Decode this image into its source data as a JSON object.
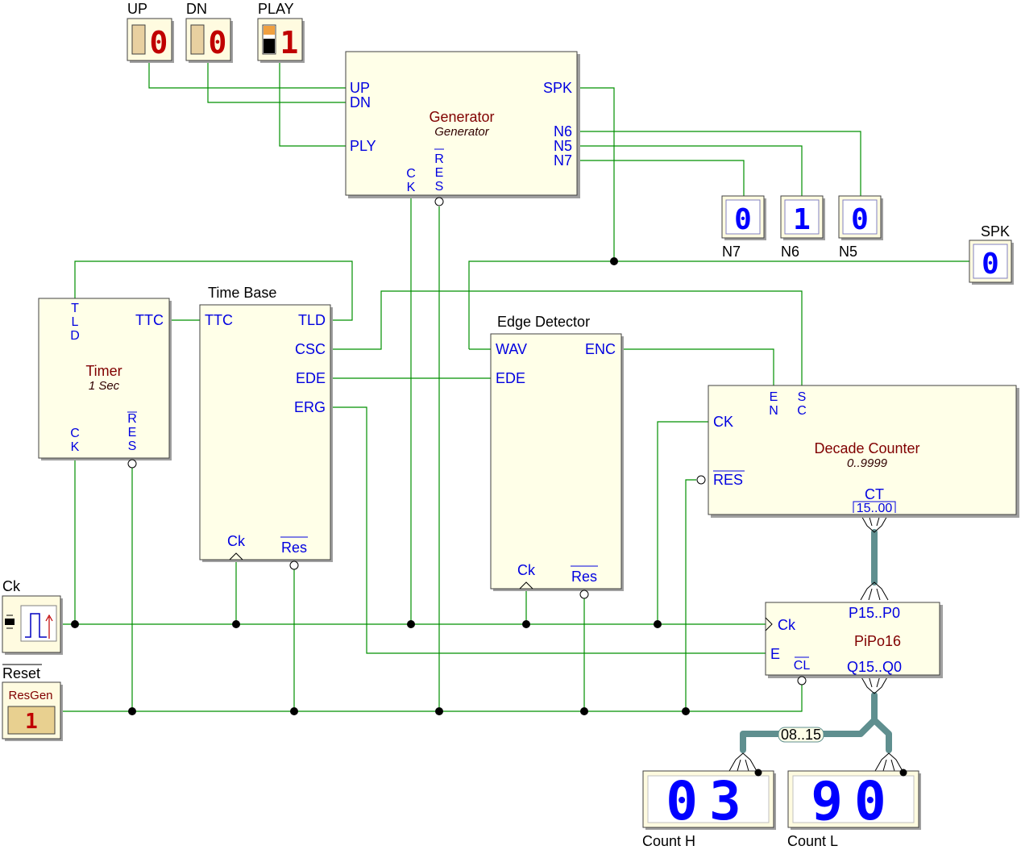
{
  "switches": {
    "up": {
      "label": "UP",
      "value": "0"
    },
    "dn": {
      "label": "DN",
      "value": "0"
    },
    "play": {
      "label": "PLAY",
      "value": "1"
    }
  },
  "generator": {
    "title": "Generator",
    "subtitle": "Generator",
    "pins": {
      "up": "UP",
      "dn": "DN",
      "ply": "PLY",
      "ck": "CK",
      "res": "RES",
      "spk": "SPK",
      "n6": "N6",
      "n5": "N5",
      "n7": "N7"
    }
  },
  "displays_n": [
    {
      "label": "N7",
      "value": "0"
    },
    {
      "label": "N6",
      "value": "1"
    },
    {
      "label": "N5",
      "value": "0"
    }
  ],
  "spk_display": {
    "label": "SPK",
    "value": "0"
  },
  "timer": {
    "title": "Timer",
    "subtitle": "1 Sec",
    "pins": {
      "tld": "TLD",
      "ttc": "TTC",
      "ck": "CK",
      "res": "RES"
    }
  },
  "time_base": {
    "title": "Time Base",
    "pins": {
      "ttc": "TTC",
      "tld": "TLD",
      "csc": "CSC",
      "ede": "EDE",
      "erg": "ERG",
      "ck": "Ck",
      "res": "Res"
    }
  },
  "edge_detector": {
    "title": "Edge Detector",
    "pins": {
      "wav": "WAV",
      "enc": "ENC",
      "ede": "EDE",
      "ck": "Ck",
      "res": "Res"
    }
  },
  "decade_counter": {
    "title": "Decade Counter",
    "subtitle": "0..9999",
    "pins": {
      "en": "EN",
      "sc": "SC",
      "ck": "CK",
      "res": "RES",
      "ct": "CT",
      "ct_range": "15..00"
    }
  },
  "pipo": {
    "title": "PiPo16",
    "pins": {
      "p": "P15..P0",
      "ck": "Ck",
      "e": "E",
      "cl": "CL",
      "q": "Q15..Q0"
    }
  },
  "clock": {
    "label": "Ck"
  },
  "reset": {
    "label": "Reset",
    "gen_label": "ResGen",
    "value": "1"
  },
  "bus_label": "08..15",
  "count_h": {
    "label": "Count H",
    "digits": "03"
  },
  "count_l": {
    "label": "Count L",
    "digits": "90"
  },
  "colors": {
    "wire": "#009000",
    "bus": "#5f8f8f",
    "pin_text": "#0000e0",
    "title_text": "#800000",
    "block_fill": "#ffffe8"
  }
}
